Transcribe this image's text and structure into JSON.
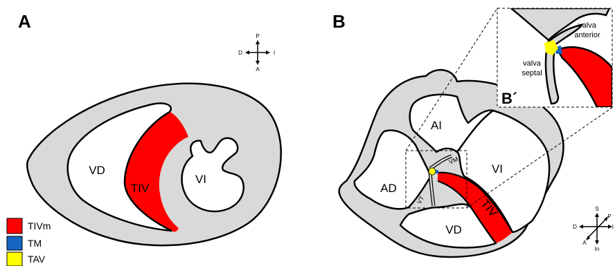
{
  "panels": {
    "a": "A",
    "b": "B",
    "b_prime": "B´"
  },
  "panel_a": {
    "rv": "VD",
    "lv": "VI",
    "septum": "TIV",
    "compass": {
      "top": "P",
      "bottom": "A",
      "left": "D",
      "right": "I"
    }
  },
  "panel_b": {
    "la": "AI",
    "ra": "AD",
    "lv": "VI",
    "rv": "VD",
    "septum": "TIV",
    "mitral": "VM",
    "tricuspid": "VT",
    "compass": {
      "top": "S",
      "bottom": "In",
      "left": "D",
      "right": "I",
      "upper_right": "P",
      "lower_left": "A"
    }
  },
  "zoom": {
    "anterior_line1": "valva",
    "anterior_line2": "anterior",
    "septal_line1": "valva",
    "septal_line2": "septal"
  },
  "legend": [
    {
      "label": "TIVm",
      "color": "#ff0000"
    },
    {
      "label": "TM",
      "color": "#1565c0"
    },
    {
      "label": "TAV",
      "color": "#ffff00"
    }
  ],
  "colors": {
    "septum": "#ff0000",
    "tissue": "#d9d9d9",
    "membranous": "#1565c0",
    "av_septum": "#ffff00"
  }
}
